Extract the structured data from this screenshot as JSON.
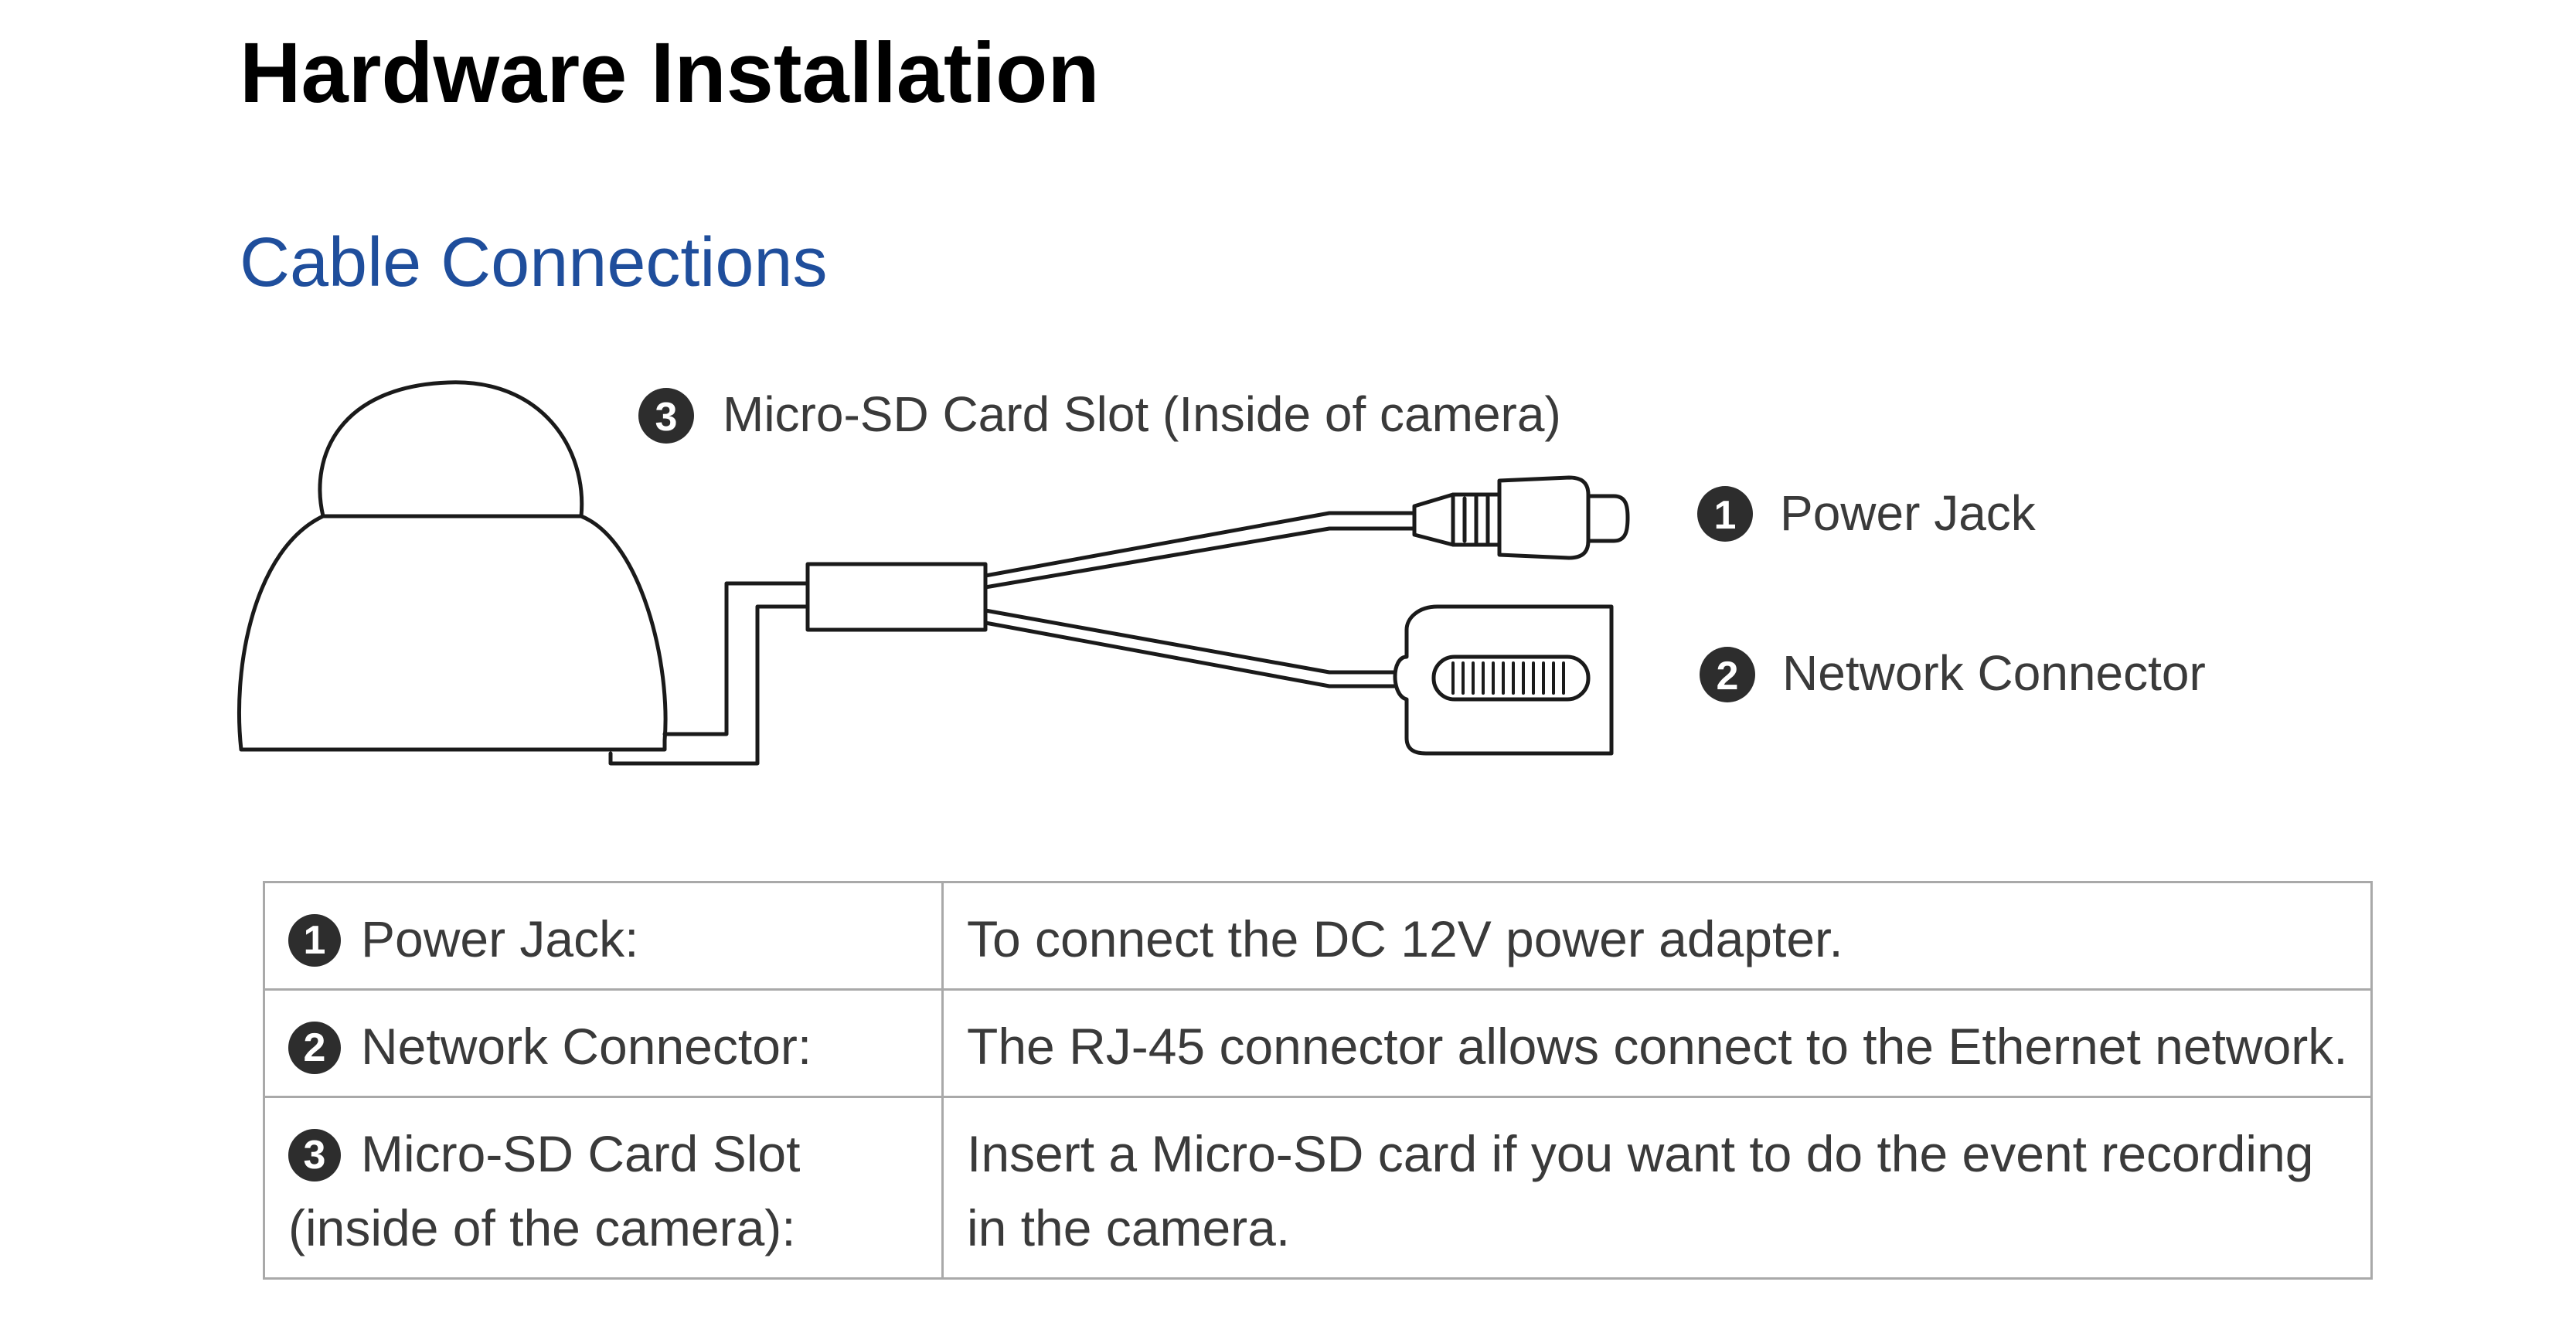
{
  "page": {
    "title": "Hardware Installation",
    "section_title": "Cable Connections"
  },
  "diagram": {
    "labels": [
      {
        "number": "3",
        "text": "Micro-SD Card Slot (Inside of camera)"
      },
      {
        "number": "1",
        "text": "Power Jack"
      },
      {
        "number": "2",
        "text": "Network Connector"
      }
    ]
  },
  "table": {
    "rows": [
      {
        "number": "1",
        "term": "Power Jack:",
        "description": "To connect the DC 12V power adapter."
      },
      {
        "number": "2",
        "term": "Network Connector:",
        "description": "The RJ-45 connector allows connect to the Ethernet network."
      },
      {
        "number": "3",
        "term": "Micro-SD Card Slot (inside of the camera):",
        "description": "Insert a Micro-SD card if you want to do the event recording in the camera."
      }
    ]
  },
  "colors": {
    "heading": "#000000",
    "section_heading": "#1f4e9c",
    "text": "#3a3a3a",
    "badge": "#2d2d2d",
    "table_border": "#a9a9a9"
  }
}
